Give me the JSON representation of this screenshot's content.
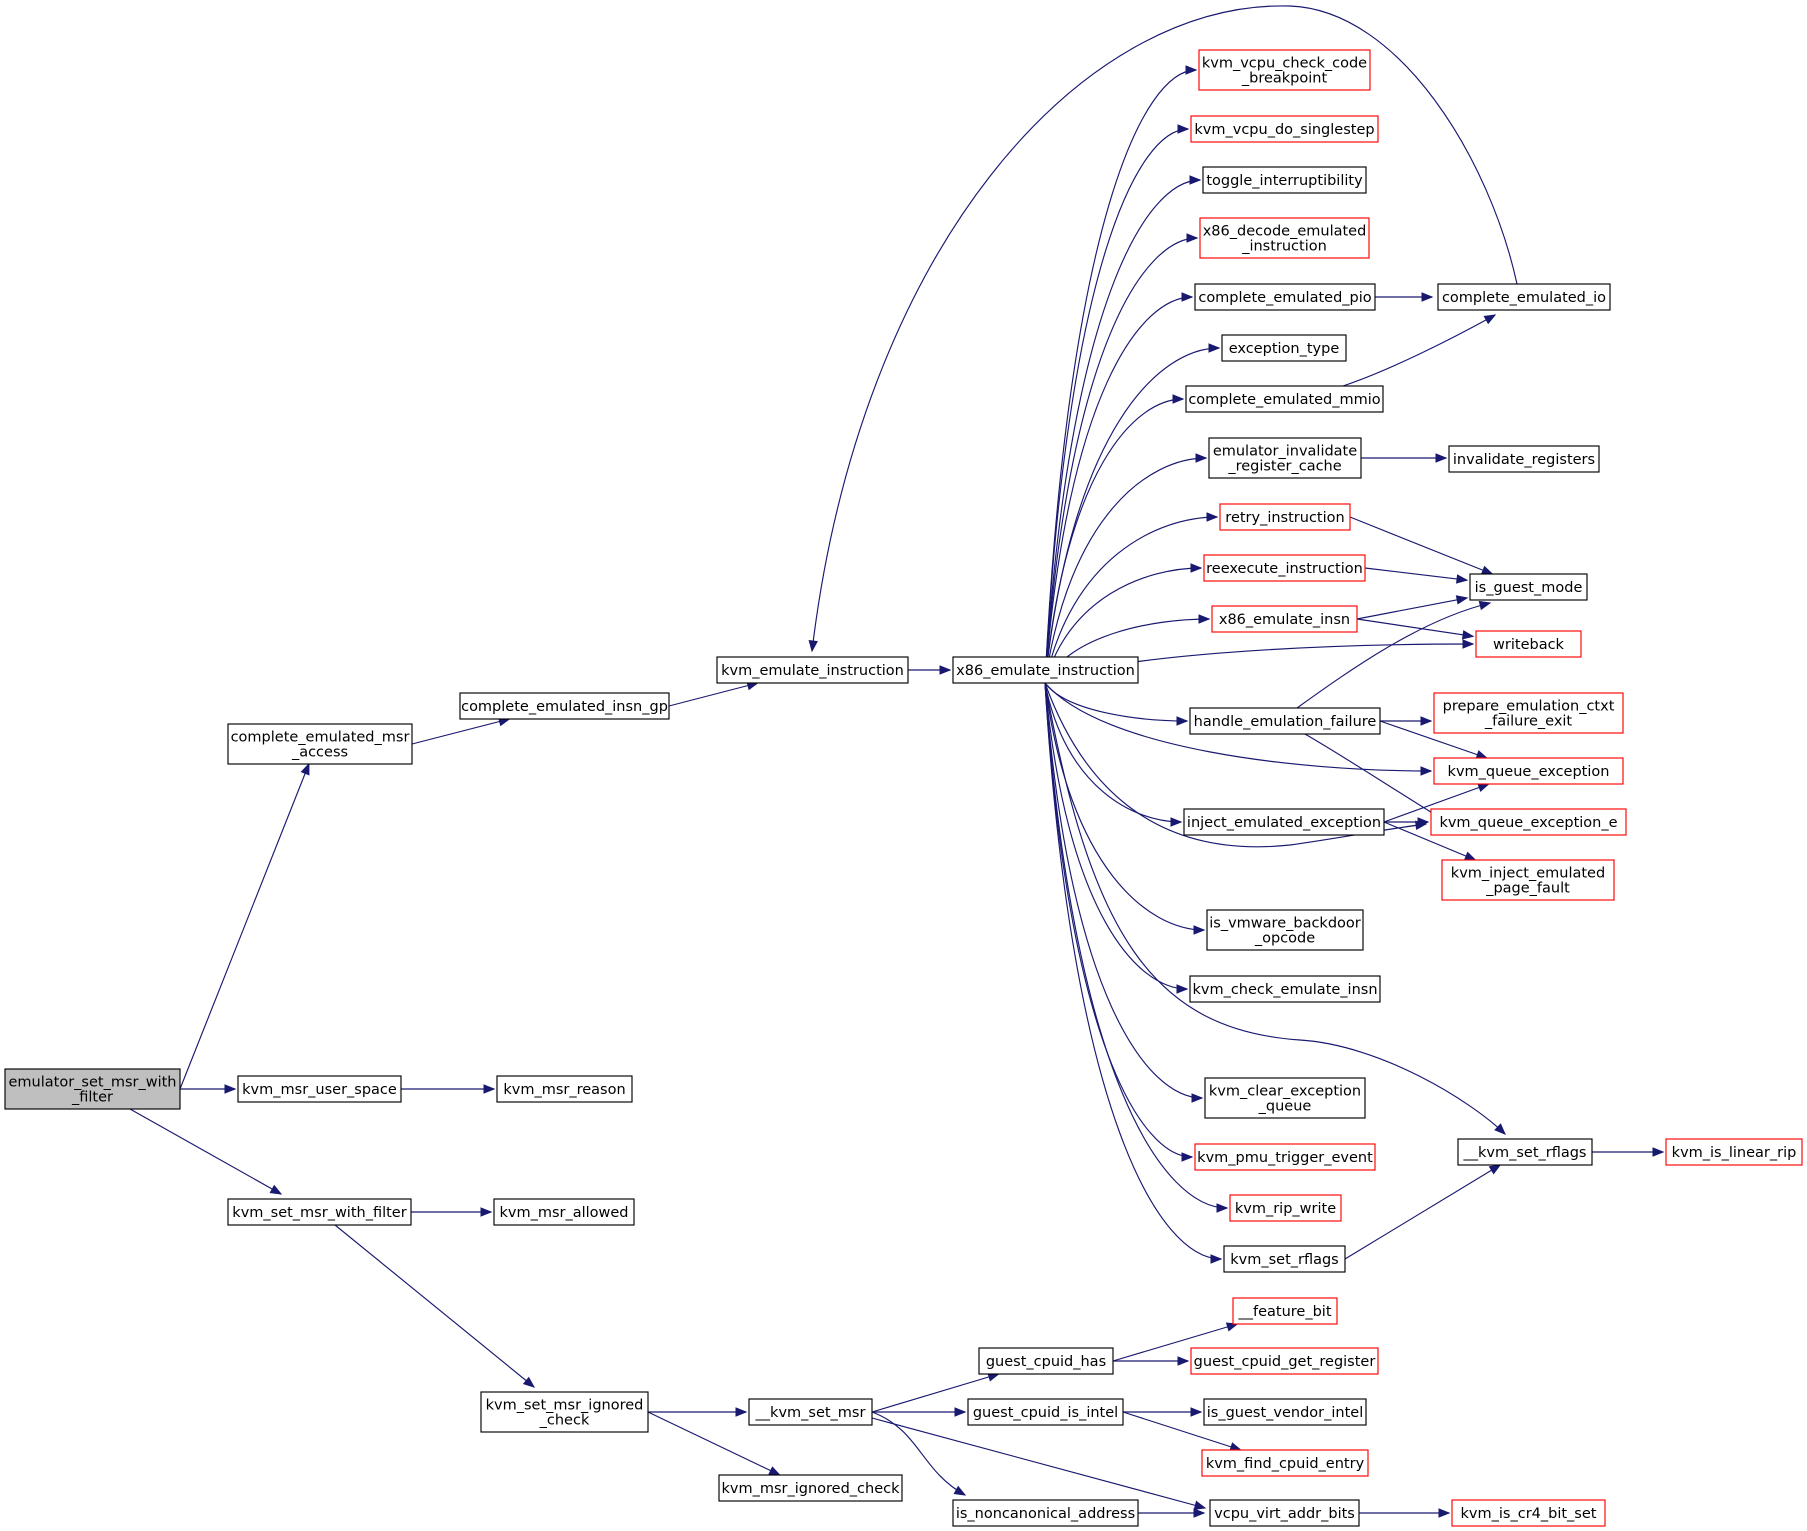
{
  "colors": {
    "edge": "#191970",
    "border_normal": "#000000",
    "border_truncated": "#ff0000",
    "fill_root": "#bfbfbf",
    "fill_normal": "#ffffff"
  },
  "nodes": {
    "root": {
      "lines": [
        "emulator_set_msr_with",
        "_filter"
      ],
      "style": "root"
    },
    "cema": {
      "lines": [
        "complete_emulated_msr",
        "_access"
      ],
      "style": "normal"
    },
    "kmus": {
      "lines": [
        "kvm_msr_user_space"
      ],
      "style": "normal"
    },
    "ksmf": {
      "lines": [
        "kvm_set_msr_with_filter"
      ],
      "style": "normal"
    },
    "cegp": {
      "lines": [
        "complete_emulated_insn_gp"
      ],
      "style": "normal"
    },
    "kmr": {
      "lines": [
        "kvm_msr_reason"
      ],
      "style": "normal"
    },
    "kma": {
      "lines": [
        "kvm_msr_allowed"
      ],
      "style": "normal"
    },
    "ksmic": {
      "lines": [
        "kvm_set_msr_ignored",
        "_check"
      ],
      "style": "normal"
    },
    "kei": {
      "lines": [
        "kvm_emulate_instruction"
      ],
      "style": "normal"
    },
    "ksm": {
      "lines": [
        "__kvm_set_msr"
      ],
      "style": "normal"
    },
    "kmic": {
      "lines": [
        "kvm_msr_ignored_check"
      ],
      "style": "normal"
    },
    "x86ei": {
      "lines": [
        "x86_emulate_instruction"
      ],
      "style": "normal"
    },
    "gch": {
      "lines": [
        "guest_cpuid_has"
      ],
      "style": "normal"
    },
    "gcii": {
      "lines": [
        "guest_cpuid_is_intel"
      ],
      "style": "normal"
    },
    "ina": {
      "lines": [
        "is_noncanonical_address"
      ],
      "style": "normal"
    },
    "kvccb": {
      "lines": [
        "kvm_vcpu_check_code",
        "_breakpoint"
      ],
      "style": "truncated"
    },
    "kvds": {
      "lines": [
        "kvm_vcpu_do_singlestep"
      ],
      "style": "truncated"
    },
    "ti": {
      "lines": [
        "toggle_interruptibility"
      ],
      "style": "normal"
    },
    "xdei": {
      "lines": [
        "x86_decode_emulated",
        "_instruction"
      ],
      "style": "truncated"
    },
    "cep": {
      "lines": [
        "complete_emulated_pio"
      ],
      "style": "normal"
    },
    "et": {
      "lines": [
        "exception_type"
      ],
      "style": "normal"
    },
    "cem": {
      "lines": [
        "complete_emulated_mmio"
      ],
      "style": "normal"
    },
    "eirc": {
      "lines": [
        "emulator_invalidate",
        "_register_cache"
      ],
      "style": "normal"
    },
    "ri": {
      "lines": [
        "retry_instruction"
      ],
      "style": "truncated"
    },
    "rei": {
      "lines": [
        "reexecute_instruction"
      ],
      "style": "truncated"
    },
    "xein": {
      "lines": [
        "x86_emulate_insn"
      ],
      "style": "truncated"
    },
    "hef": {
      "lines": [
        "handle_emulation_failure"
      ],
      "style": "normal"
    },
    "iee": {
      "lines": [
        "inject_emulated_exception"
      ],
      "style": "normal"
    },
    "ivbo": {
      "lines": [
        "is_vmware_backdoor",
        "_opcode"
      ],
      "style": "normal"
    },
    "kcei": {
      "lines": [
        "kvm_check_emulate_insn"
      ],
      "style": "normal"
    },
    "kceq": {
      "lines": [
        "kvm_clear_exception",
        "_queue"
      ],
      "style": "normal"
    },
    "kpte": {
      "lines": [
        "kvm_pmu_trigger_event"
      ],
      "style": "truncated"
    },
    "krw": {
      "lines": [
        "kvm_rip_write"
      ],
      "style": "truncated"
    },
    "ksr": {
      "lines": [
        "kvm_set_rflags"
      ],
      "style": "normal"
    },
    "fb": {
      "lines": [
        "__feature_bit"
      ],
      "style": "truncated"
    },
    "gcgr": {
      "lines": [
        "guest_cpuid_get_register"
      ],
      "style": "truncated"
    },
    "igvi": {
      "lines": [
        "is_guest_vendor_intel"
      ],
      "style": "normal"
    },
    "kfce": {
      "lines": [
        "kvm_find_cpuid_entry"
      ],
      "style": "truncated"
    },
    "vvab": {
      "lines": [
        "vcpu_virt_addr_bits"
      ],
      "style": "normal"
    },
    "cei": {
      "lines": [
        "complete_emulated_io"
      ],
      "style": "normal"
    },
    "ir": {
      "lines": [
        "invalidate_registers"
      ],
      "style": "normal"
    },
    "igm": {
      "lines": [
        "is_guest_mode"
      ],
      "style": "normal"
    },
    "wb": {
      "lines": [
        "writeback"
      ],
      "style": "truncated"
    },
    "pecfe": {
      "lines": [
        "prepare_emulation_ctxt",
        "_failure_exit"
      ],
      "style": "truncated"
    },
    "kqe": {
      "lines": [
        "kvm_queue_exception"
      ],
      "style": "truncated"
    },
    "kqee": {
      "lines": [
        "kvm_queue_exception_e"
      ],
      "style": "truncated"
    },
    "kiepf": {
      "lines": [
        "kvm_inject_emulated",
        "_page_fault"
      ],
      "style": "truncated"
    },
    "_ksr": {
      "lines": [
        "__kvm_set_rflags"
      ],
      "style": "normal"
    },
    "kilr": {
      "lines": [
        "kvm_is_linear_rip"
      ],
      "style": "truncated"
    },
    "kicbs": {
      "lines": [
        "kvm_is_cr4_bit_set"
      ],
      "style": "truncated"
    }
  },
  "edges": [
    [
      "root",
      "cema"
    ],
    [
      "root",
      "kmus"
    ],
    [
      "root",
      "ksmf"
    ],
    [
      "cema",
      "cegp"
    ],
    [
      "cegp",
      "kei"
    ],
    [
      "kei",
      "x86ei"
    ],
    [
      "kmus",
      "kmr"
    ],
    [
      "ksmf",
      "kma"
    ],
    [
      "ksmf",
      "ksmic"
    ],
    [
      "ksmic",
      "ksm"
    ],
    [
      "ksmic",
      "kmic"
    ],
    [
      "ksm",
      "gch"
    ],
    [
      "ksm",
      "gcii"
    ],
    [
      "ksm",
      "ina"
    ],
    [
      "ksm",
      "vvab"
    ],
    [
      "gch",
      "fb"
    ],
    [
      "gch",
      "gcgr"
    ],
    [
      "gcii",
      "igvi"
    ],
    [
      "gcii",
      "kfce"
    ],
    [
      "ina",
      "vvab"
    ],
    [
      "vvab",
      "kicbs"
    ],
    [
      "x86ei",
      "kvccb"
    ],
    [
      "x86ei",
      "kvds"
    ],
    [
      "x86ei",
      "ti"
    ],
    [
      "x86ei",
      "xdei"
    ],
    [
      "x86ei",
      "cep"
    ],
    [
      "x86ei",
      "et"
    ],
    [
      "x86ei",
      "cem"
    ],
    [
      "x86ei",
      "eirc"
    ],
    [
      "x86ei",
      "ri"
    ],
    [
      "x86ei",
      "rei"
    ],
    [
      "x86ei",
      "xein"
    ],
    [
      "x86ei",
      "wb"
    ],
    [
      "x86ei",
      "hef"
    ],
    [
      "x86ei",
      "kqe"
    ],
    [
      "x86ei",
      "iee"
    ],
    [
      "x86ei",
      "kqee"
    ],
    [
      "x86ei",
      "ivbo"
    ],
    [
      "x86ei",
      "kcei"
    ],
    [
      "x86ei",
      "_ksr"
    ],
    [
      "x86ei",
      "kceq"
    ],
    [
      "x86ei",
      "kpte"
    ],
    [
      "x86ei",
      "krw"
    ],
    [
      "x86ei",
      "ksr"
    ],
    [
      "cep",
      "cei"
    ],
    [
      "cem",
      "cei"
    ],
    [
      "cei",
      "kei"
    ],
    [
      "eirc",
      "ir"
    ],
    [
      "ri",
      "igm"
    ],
    [
      "rei",
      "igm"
    ],
    [
      "xein",
      "igm"
    ],
    [
      "xein",
      "wb"
    ],
    [
      "hef",
      "igm"
    ],
    [
      "hef",
      "pecfe"
    ],
    [
      "hef",
      "kqe"
    ],
    [
      "hef",
      "kqee"
    ],
    [
      "iee",
      "kqe"
    ],
    [
      "iee",
      "kqee"
    ],
    [
      "iee",
      "kiepf"
    ],
    [
      "ksr",
      "_ksr"
    ],
    [
      "_ksr",
      "kilr"
    ]
  ]
}
